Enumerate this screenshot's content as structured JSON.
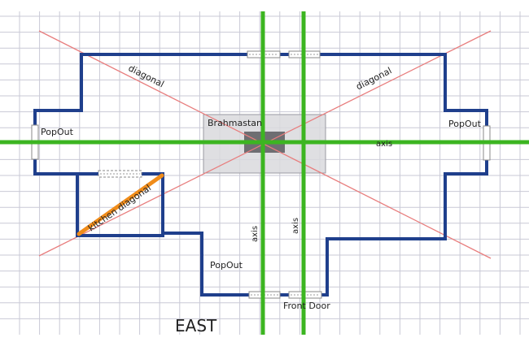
{
  "labels": {
    "diagonal": "diagonal",
    "popout": "PopOut",
    "brahmastan": "Brahmastan",
    "axis": "axis",
    "kitchen_diagonal": "kitchen diagonal",
    "front_door": "Front Door",
    "direction": "EAST"
  },
  "colors": {
    "background": "#ffffff",
    "grid": "#c9c9d6",
    "wall": "#1f3f8c",
    "diagonal": "#e87d7d",
    "axis": "#3cb521",
    "kitchen_diagonal": "#f08c1a",
    "brahmastan_fill": "#d9d9dd",
    "brahmastan_center": "#6e6e72"
  }
}
